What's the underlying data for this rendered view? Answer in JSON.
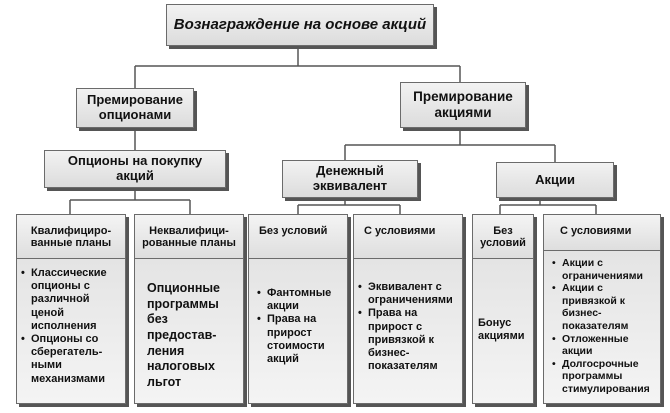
{
  "title": "Вознаграждение на основе акций",
  "level1": {
    "options": "Премирование опционами",
    "shares": "Премирование акциями"
  },
  "level2": {
    "option_purchase": "Опционы на покупку акций",
    "cash_equivalent": "Денежный эквивалент",
    "stock": "Акции"
  },
  "columns": {
    "qualified": {
      "head": "Квалифициро-ванные планы",
      "items": [
        "Классические опционы с различной ценой исполнения",
        "Опционы со сберегатель-ными механизмами"
      ]
    },
    "nonqualified": {
      "head": "Неквалифици-рованные планы",
      "text": "Опционные программы без предостав-ления налоговых льгот"
    },
    "cash_unconditional": {
      "head": "Без условий",
      "items": [
        "Фантомные акции",
        "Права на прирост стоимости акций"
      ]
    },
    "cash_conditional": {
      "head": "С условиями",
      "items": [
        "Эквивалент с ограничениями",
        "Права на прирост с привязкой к бизнес-показателям"
      ]
    },
    "stock_unconditional": {
      "head": "Без условий",
      "text": "Бонус акциями"
    },
    "stock_conditional": {
      "head": "С условиями",
      "items": [
        "Акции с ограничениями",
        "Акции с привязкой к бизнес-показателям",
        "Отложенные акции",
        "Долгосрочные программы стимулирования"
      ]
    }
  }
}
